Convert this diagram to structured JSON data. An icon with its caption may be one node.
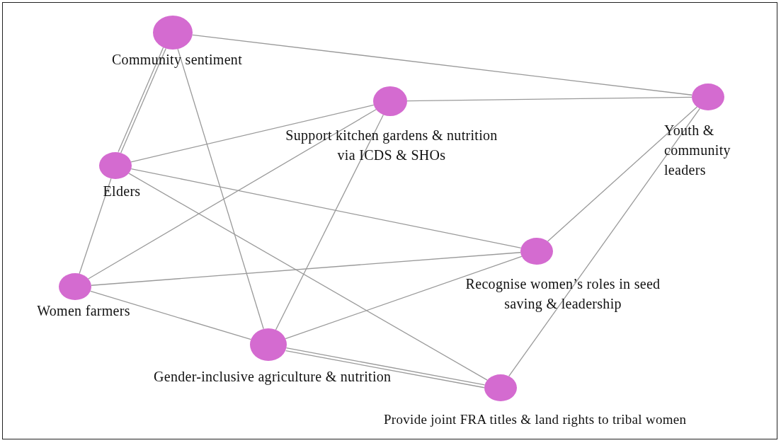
{
  "diagram": {
    "nodes": [
      {
        "text": [
          "Community sentiment"
        ]
      },
      {
        "text": [
          "Support kitchen gardens & nutrition via ICDS & SHOs"
        ]
      },
      {
        "text": [
          "Youth & community leaders"
        ]
      },
      {
        "text": [
          "Elders"
        ]
      },
      {
        "text": [
          "Recognise women’s roles in seed saving & leadership"
        ]
      },
      {
        "text": [
          "Women farmers"
        ]
      },
      {
        "text": [
          "Gender-inclusive agriculture & nutrition"
        ]
      },
      {
        "text": [
          "Provide joint FRA titles & land rights to tribal women"
        ]
      }
    ],
    "edges": [
      {
        "from": 0,
        "to": 2,
        "arrow": "none"
      },
      {
        "from": 0,
        "to": 3,
        "arrow": "none"
      },
      {
        "from": 0,
        "to": 3,
        "arrow": "none"
      },
      {
        "from": 3,
        "to": 5,
        "arrow": "none"
      },
      {
        "from": 0,
        "to": 6,
        "arrow": "none"
      },
      {
        "from": 1,
        "to": 2,
        "arrow": "none"
      },
      {
        "from": 1,
        "to": 3,
        "arrow": "none"
      },
      {
        "from": 1,
        "to": 5,
        "arrow": "none"
      },
      {
        "from": 1,
        "to": 6,
        "arrow": "none"
      },
      {
        "from": 2,
        "to": 4,
        "arrow": "none"
      },
      {
        "from": 2,
        "to": 7,
        "arrow": "none"
      },
      {
        "from": 3,
        "to": 4,
        "arrow": "none"
      },
      {
        "from": 3,
        "to": 7,
        "arrow": "none"
      },
      {
        "from": 5,
        "to": 4,
        "arrow": "none"
      },
      {
        "from": 5,
        "to": 6,
        "arrow": "none"
      },
      {
        "from": 6,
        "to": 4,
        "arrow": "none"
      },
      {
        "from": 6,
        "to": 7,
        "arrow": "none"
      },
      {
        "from": 6,
        "to": 7,
        "arrow": "none"
      }
    ]
  }
}
